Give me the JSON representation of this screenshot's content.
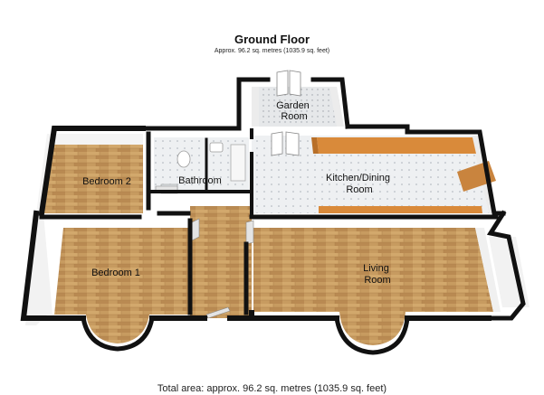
{
  "title": "Ground Floor",
  "subtitle": "Approx. 96.2 sq. metres (1035.9 sq. feet)",
  "footer": "Total area: approx. 96.2 sq. metres (1035.9 sq. feet)",
  "rooms": {
    "garden_room": [
      "Garden",
      "Room"
    ],
    "bedroom_2": [
      "Bedroom 2"
    ],
    "bathroom": [
      "Bathroom"
    ],
    "kitchen_dining": [
      "Kitchen/Dining",
      "Room"
    ],
    "bedroom_1": [
      "Bedroom 1"
    ],
    "living_room": [
      "Living",
      "Room"
    ]
  },
  "colors": {
    "wall": "#111111",
    "wall_inner": "#e8e8e8",
    "wood_floor": "#c59a5e",
    "tile_floor": "#e9ecef",
    "worktop": "#d98a3a"
  }
}
